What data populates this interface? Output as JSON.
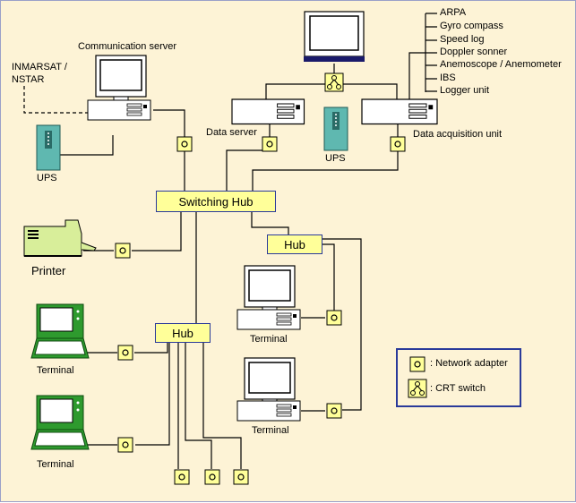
{
  "labels": {
    "comm_server": "Communication server",
    "inmarsat": "INMARSAT /",
    "nstar": "NSTAR",
    "ups_left": "UPS",
    "data_server": "Data server",
    "ups_mid": "UPS",
    "data_acq": "Data acquisition unit",
    "printer": "Printer",
    "terminal_1": "Terminal",
    "terminal_2": "Terminal",
    "terminal_3": "Terminal",
    "terminal_4": "Terminal"
  },
  "hubs": {
    "switching": "Switching Hub",
    "hub_right": "Hub",
    "hub_left": "Hub"
  },
  "sensors": [
    "ARPA",
    "Gyro compass",
    "Speed log",
    "Doppler sonner",
    "Anemoscope / Anemometer",
    "IBS",
    "Logger unit"
  ],
  "legend": {
    "network_adapter": ": Network adapter",
    "crt_switch": ": CRT switch"
  },
  "colors": {
    "background": "#fdf3d6",
    "hub_fill": "#ffff99",
    "hub_border": "#2a3a9a",
    "ups": "#5fb8b0",
    "printer": "#d8ee9a",
    "laptop": "#2e9a2e"
  }
}
